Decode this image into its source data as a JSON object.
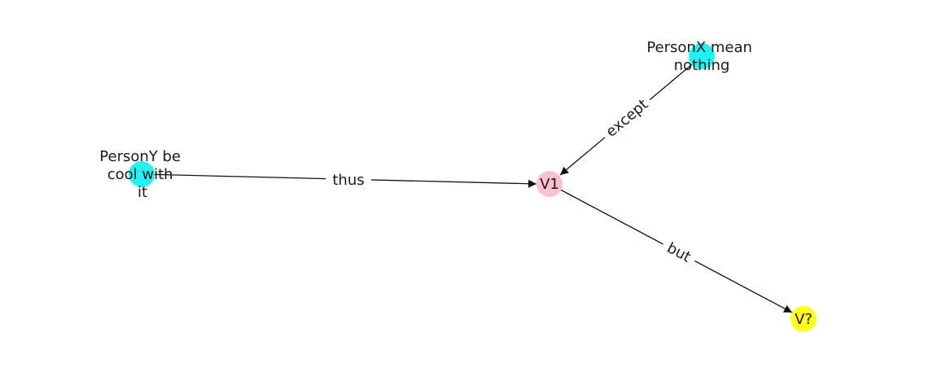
{
  "colors": {
    "cyan": "#22f2f2",
    "pink": "#ffc0cb",
    "yellow": "#ffff1a",
    "edge": "#111111"
  },
  "nodes": {
    "personx": {
      "lines": [
        "PersonX mean",
        "nothing"
      ],
      "color": "#22f2f2"
    },
    "persony": {
      "lines": [
        "PersonY be",
        "cool with",
        "it"
      ],
      "color": "#22f2f2"
    },
    "v1": {
      "lines": [
        "V1"
      ],
      "color": "#ffc0cb"
    },
    "vq": {
      "lines": [
        "V?"
      ],
      "color": "#ffff1a"
    }
  },
  "edges": {
    "thus": {
      "label": "thus"
    },
    "except": {
      "label": "except"
    },
    "but": {
      "label": "but"
    }
  }
}
